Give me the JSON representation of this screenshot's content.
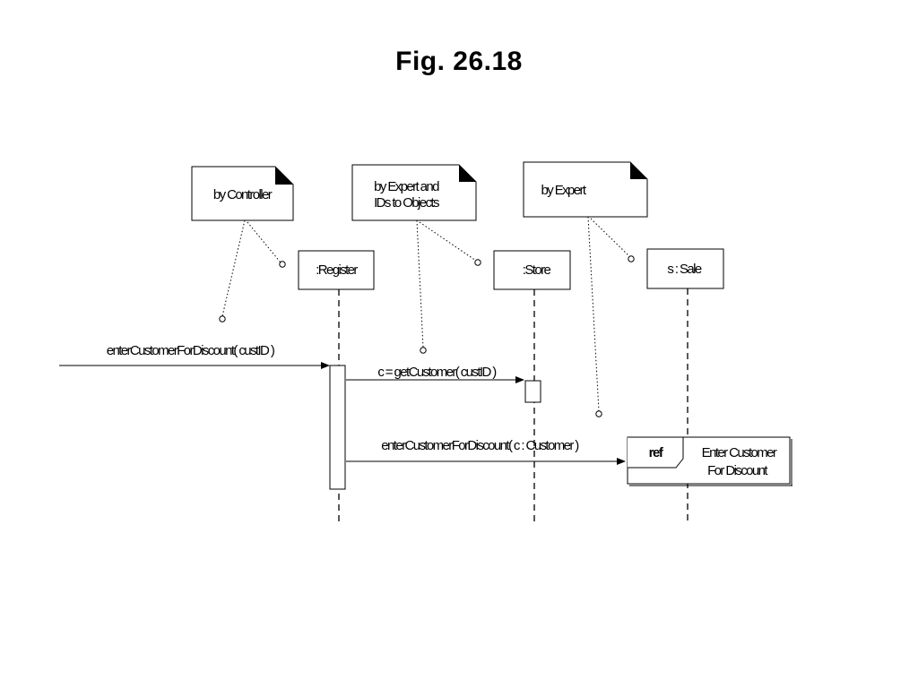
{
  "figure": {
    "title": "Fig. 26.18"
  },
  "notes": [
    {
      "id": "note-controller",
      "lines": [
        "by Controller"
      ]
    },
    {
      "id": "note-expert-ido",
      "lines": [
        "by Expert and",
        "IDs to Objects"
      ]
    },
    {
      "id": "note-expert",
      "lines": [
        "by Expert"
      ]
    }
  ],
  "lifelines": [
    {
      "id": "register",
      "label": ":Register"
    },
    {
      "id": "store",
      "label": ":Store"
    },
    {
      "id": "sale",
      "label": "s : Sale"
    }
  ],
  "messages": [
    {
      "id": "msg-found",
      "label": "enterCustomerForDiscount( custID )"
    },
    {
      "id": "msg-getcustomer",
      "label": "c = getCustomer( custID )"
    },
    {
      "id": "msg-to-ref",
      "label": "enterCustomerForDiscount( c : Customer )"
    }
  ],
  "interaction_use": {
    "keyword": "ref",
    "lines": [
      "Enter Customer",
      "For Discount"
    ]
  }
}
